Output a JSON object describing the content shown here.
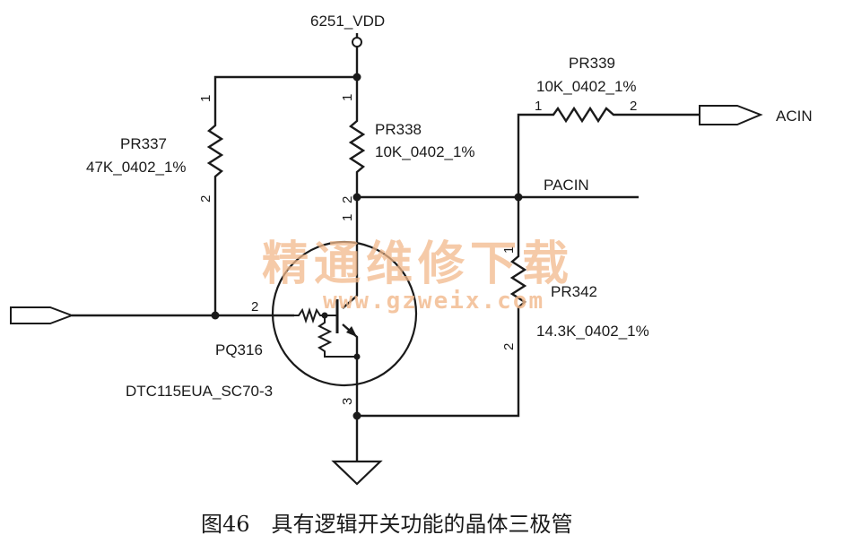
{
  "power": {
    "vdd": "6251_VDD"
  },
  "resistors": {
    "pr337": {
      "ref": "PR337",
      "value": "47K_0402_1%",
      "pin1": "1",
      "pin2": "2"
    },
    "pr338": {
      "ref": "PR338",
      "value": "10K_0402_1%",
      "pin1": "1",
      "pin2": "2"
    },
    "pr339": {
      "ref": "PR339",
      "value": "10K_0402_1%",
      "pin1": "1",
      "pin2": "2"
    },
    "pr342": {
      "ref": "PR342",
      "value": "14.3K_0402_1%",
      "pin1": "1",
      "pin2": "2"
    }
  },
  "transistor": {
    "ref": "PQ316",
    "part": "DTC115EUA_SC70-3",
    "pin_base": "2",
    "pin_emitter": "3"
  },
  "nets": {
    "pacin": "PACIN",
    "acin": "ACIN"
  },
  "watermark": {
    "line1": "精通维修下载",
    "line2": "www.gzweix.com"
  },
  "caption": "图46　具有逻辑开关功能的晶体三极管"
}
